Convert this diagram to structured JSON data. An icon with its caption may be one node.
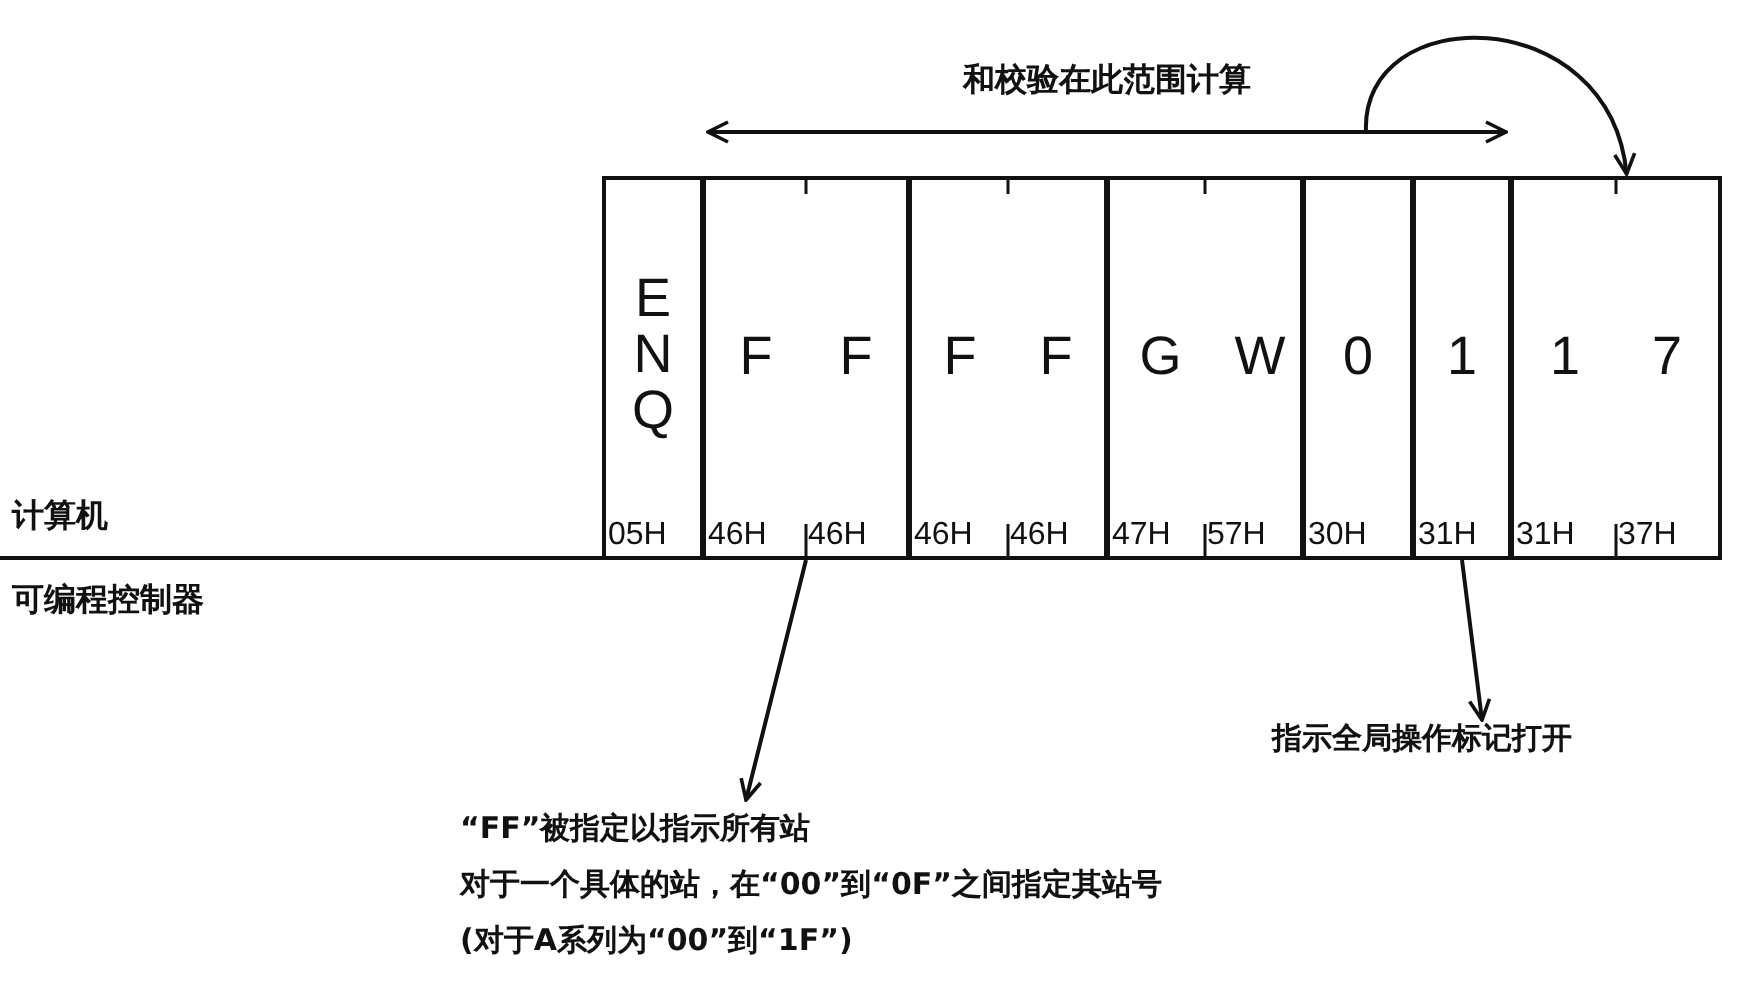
{
  "diagram": {
    "nodes": [
      {
        "text": [
          "ENQ",
          "05H"
        ]
      },
      {
        "text": [
          "F",
          "F",
          "46H",
          "46H"
        ]
      },
      {
        "text": [
          "F",
          "F",
          "46H",
          "46H"
        ]
      },
      {
        "text": [
          "G",
          "W",
          "47H",
          "57H"
        ]
      },
      {
        "text": [
          "0",
          "30H"
        ]
      },
      {
        "text": [
          "1",
          "31H"
        ]
      },
      {
        "text": [
          "1",
          "7",
          "31H",
          "37H"
        ]
      },
      {
        "text": [
          "指示全局操作标记打开"
        ]
      },
      {
        "text": [
          "“FF”被指定以指示所有站",
          "对于一个具体的站，在“00”到“0F”之间指定其站号",
          "(对于A系列为“00”到“1F”)"
        ]
      }
    ],
    "edges": [
      {
        "from": null,
        "to": 6,
        "arrow": "to"
      },
      {
        "from": 1,
        "to": 8,
        "arrow": "to"
      },
      {
        "from": 5,
        "to": 7,
        "arrow": "to"
      },
      {
        "from": 1,
        "to": 5,
        "arrow": "both",
        "label": "和校验在此范围计算"
      }
    ],
    "labels": [
      "计算机",
      "可编程控制器"
    ]
  }
}
